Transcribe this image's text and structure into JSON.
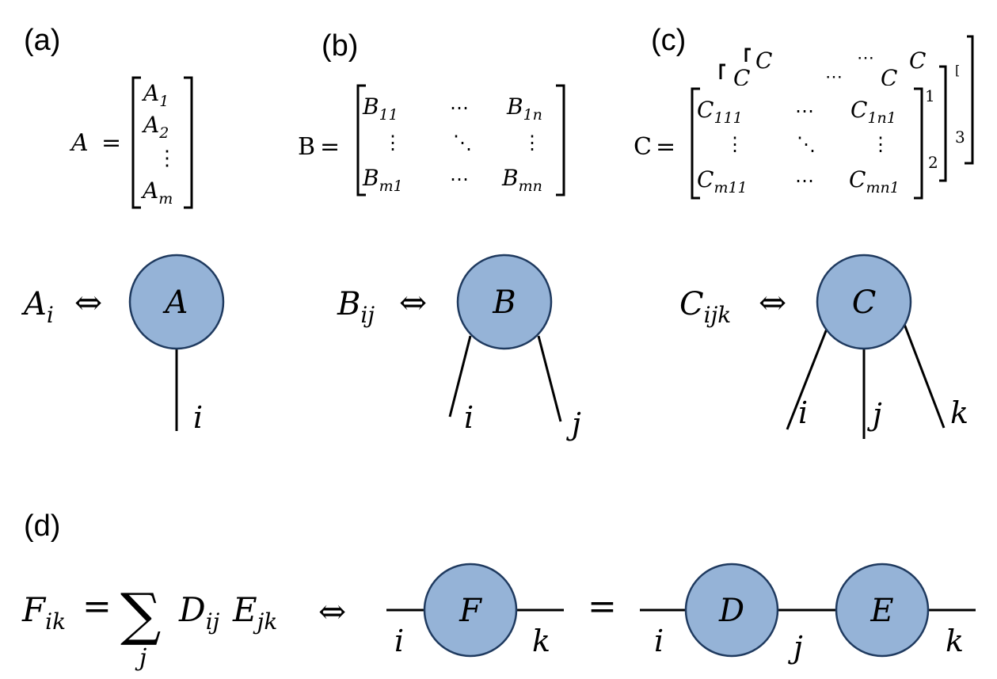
{
  "colors": {
    "node_fill": "#95b3d7",
    "node_stroke": "#1f3a5f",
    "line": "#000000"
  },
  "panels": {
    "a": {
      "label": "(a)",
      "matrix_name": "A",
      "equals": "=",
      "entries": [
        "A",
        "A",
        "⋮",
        "A"
      ],
      "subs": [
        "1",
        "2",
        "",
        "m"
      ],
      "element": "A",
      "element_sub": "i",
      "iff": "⇔",
      "node": "A",
      "index_labels": [
        "i"
      ]
    },
    "b": {
      "label": "(b)",
      "matrix_name": "B",
      "equals": "=",
      "cells": [
        {
          "t": "B",
          "s": "11"
        },
        {
          "t": "⋯",
          "s": ""
        },
        {
          "t": "B",
          "s": "1n"
        },
        {
          "t": "⋮",
          "s": ""
        },
        {
          "t": "⋱",
          "s": ""
        },
        {
          "t": "⋮",
          "s": ""
        },
        {
          "t": "B",
          "s": "m1"
        },
        {
          "t": "⋯",
          "s": ""
        },
        {
          "t": "B",
          "s": "mn"
        }
      ],
      "element": "B",
      "element_sub": "ij",
      "iff": "⇔",
      "node": "B",
      "index_labels": [
        "i",
        "j"
      ]
    },
    "c": {
      "label": "(c)",
      "matrix_name": "C",
      "equals": "=",
      "cells": [
        {
          "t": "C",
          "s": "111"
        },
        {
          "t": "⋯",
          "s": ""
        },
        {
          "t": "C",
          "s": "1n1"
        },
        {
          "t": "⋮",
          "s": ""
        },
        {
          "t": "⋱",
          "s": ""
        },
        {
          "t": "⋮",
          "s": ""
        },
        {
          "t": "C",
          "s": "m11"
        },
        {
          "t": "⋯",
          "s": ""
        },
        {
          "t": "C",
          "s": "mn1"
        }
      ],
      "layer_marks": [
        "1",
        "2",
        "3"
      ],
      "element": "C",
      "element_sub": "ijk",
      "iff": "⇔",
      "node": "C",
      "index_labels": [
        "i",
        "j",
        "k"
      ]
    },
    "d": {
      "label": "(d)",
      "lhs": "F",
      "lhs_sub": "ik",
      "equals": "=",
      "sum": "∑",
      "sum_index": "j",
      "factor1": "D",
      "factor1_sub": "ij",
      "factor2": "E",
      "factor2_sub": "jk",
      "iff": "⇔",
      "node_f": "F",
      "node_d": "D",
      "node_e": "E",
      "equals2": "=",
      "index_labels": [
        "i",
        "k",
        "i",
        "j",
        "k"
      ]
    }
  }
}
